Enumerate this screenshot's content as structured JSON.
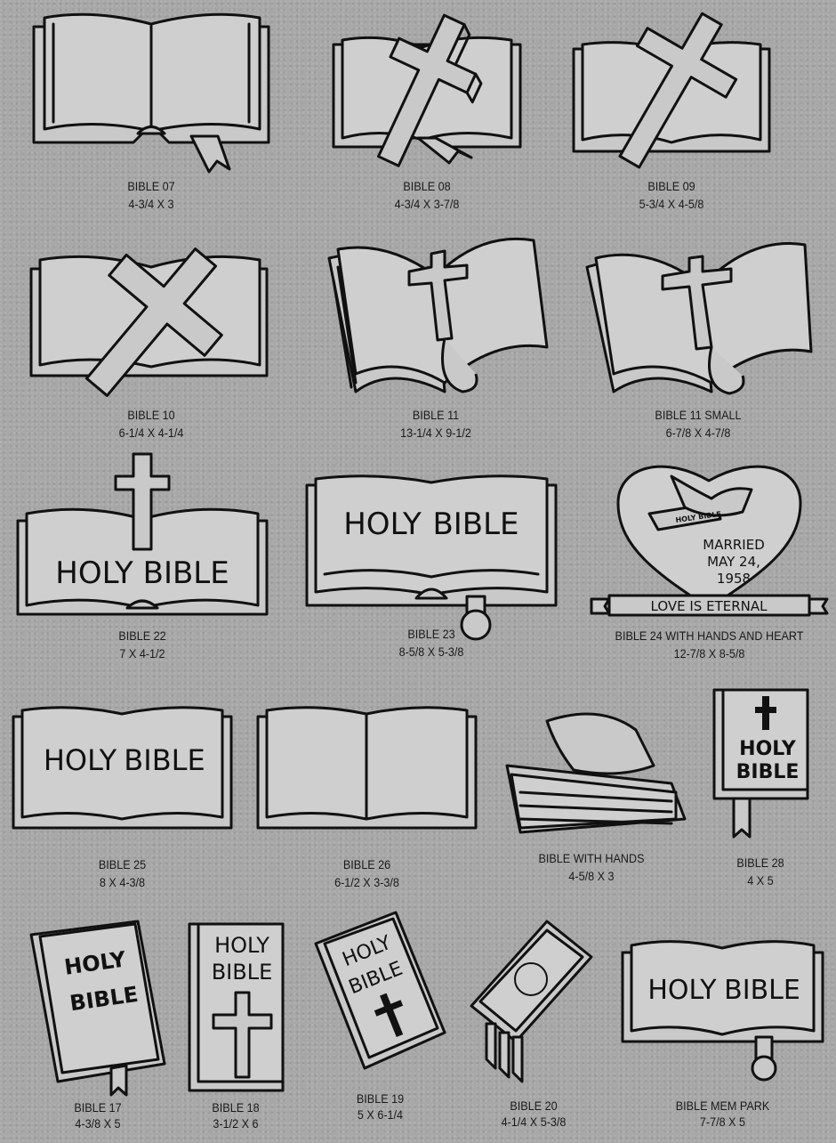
{
  "items": [
    {
      "name": "BIBLE 07",
      "size": "4-3/4 X 3"
    },
    {
      "name": "BIBLE 08",
      "size": "4-3/4 X 3-7/8"
    },
    {
      "name": "BIBLE 09",
      "size": "5-3/4 X 4-5/8"
    },
    {
      "name": "BIBLE 10",
      "size": "6-1/4 X 4-1/4"
    },
    {
      "name": "BIBLE 11",
      "size": "13-1/4 X 9-1/2"
    },
    {
      "name": "BIBLE 11 SMALL",
      "size": "6-7/8 X 4-7/8"
    },
    {
      "name": "BIBLE 22",
      "size": "7 X 4-1/2"
    },
    {
      "name": "BIBLE 23",
      "size": "8-5/8 X 5-3/8"
    },
    {
      "name": "BIBLE 24 WITH HANDS AND HEART",
      "size": "12-7/8 X 8-5/8"
    },
    {
      "name": "BIBLE 25",
      "size": "8 X 4-3/8"
    },
    {
      "name": "BIBLE 26",
      "size": "6-1/2 X 3-3/8"
    },
    {
      "name": "BIBLE WITH HANDS",
      "size": "4-5/8 X 3"
    },
    {
      "name": "BIBLE 28",
      "size": "4 X 5"
    },
    {
      "name": "BIBLE 17",
      "size": "4-3/8 X 5"
    },
    {
      "name": "BIBLE 18",
      "size": "3-1/2 X 6"
    },
    {
      "name": "BIBLE 19",
      "size": "5 X 6-1/4"
    },
    {
      "name": "BIBLE 20",
      "size": "4-1/4 X 5-3/8"
    },
    {
      "name": "BIBLE MEM PARK",
      "size": "7-7/8 X 5"
    }
  ],
  "lettering": {
    "holy_bible_22": "HOLY BIBLE",
    "holy_23": "HOLY",
    "bible_23": "BIBLE",
    "holy_25": "HOLY",
    "bible_25": "BIBLE",
    "holy_28": "HOLY",
    "bible_28": "BIBLE",
    "holy_17": "HOLY",
    "bible_17": "BIBLE",
    "holy_18": "HOLY",
    "bible_18": "BIBLE",
    "holy_19": "HOLY",
    "bible_19": "BIBLE",
    "holy_mem": "HOLY",
    "bible_mem": "BIBLE",
    "heart_book": "HOLY BIBLE",
    "married_1": "MARRIED",
    "married_2": "MAY 24,",
    "married_3": "1958",
    "banner": "LOVE IS ETERNAL"
  },
  "colors": {
    "background": "#a7a7a7",
    "relief": "#c9c9c9",
    "outline": "#111111"
  }
}
